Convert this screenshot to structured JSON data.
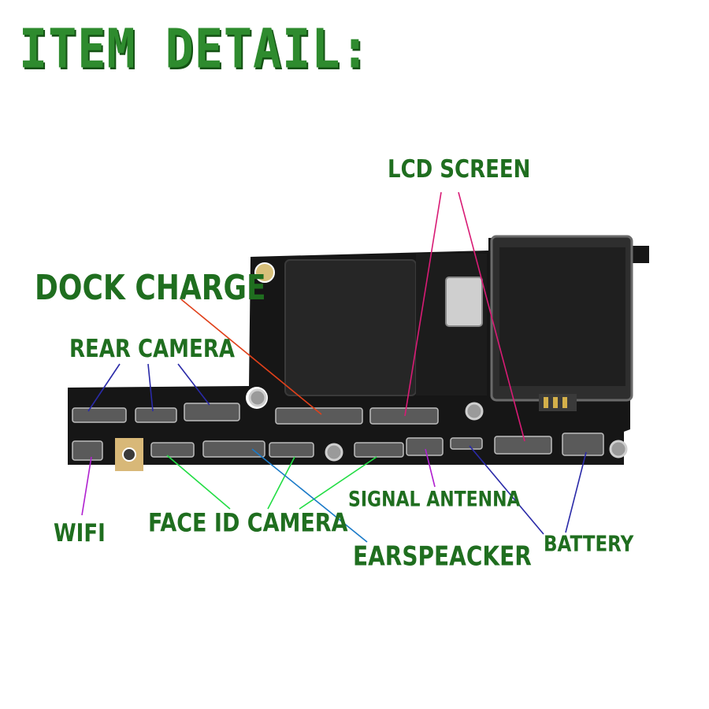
{
  "title": "ITEM DETAIL:",
  "labels": {
    "lcd_screen": "LCD SCREEN",
    "dock_charge": "DOCK CHARGE",
    "rear_camera": "REAR CAMERA",
    "wifi": "WIFI",
    "face_id_camera": "FACE ID CAMERA",
    "signal_antenna": "SIGNAL  ANTENNA",
    "earspeaker": "EARSPEACKER",
    "battery": "BATTERY"
  },
  "colors": {
    "label_text": "#1f6e1f",
    "title_text": "#2e8b2e",
    "board": "#161616",
    "shield": "#2a2a2a",
    "line_dock": "#e0401a",
    "line_lcd": "#d81b75",
    "line_rear": "#2a2aa8",
    "line_wifi": "#b020d0",
    "line_faceid": "#22dd44",
    "line_ear": "#1a7ac8",
    "line_signal": "#b020d0",
    "line_battery": "#2a2aa8"
  }
}
